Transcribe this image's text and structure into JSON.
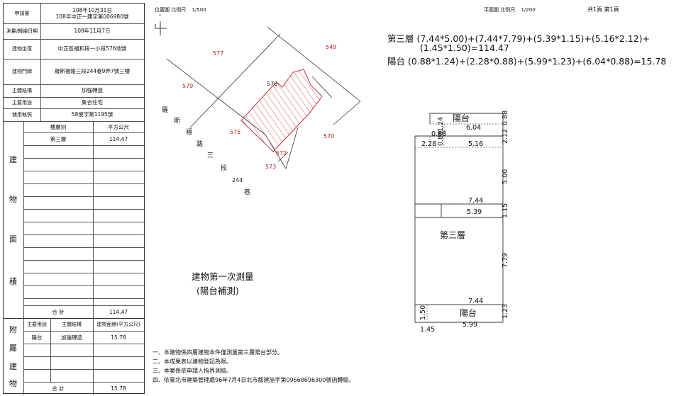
{
  "header": {
    "loc_label": "位置圖 比例尺",
    "loc_scale": "1/500",
    "plan_label": "平面圖 比例尺",
    "plan_scale": "1/200",
    "pages": "共1頁 第1頁"
  },
  "info_rows": [
    {
      "label": "申請書",
      "lines": [
        "108年10月31日",
        "108年中正一建字第006980號"
      ]
    },
    {
      "label": "測量/轉繪日期",
      "lines": [
        "108年11月7日"
      ]
    },
    {
      "label": "建物坐落",
      "lines": [
        "中正區福和段一小段576地號"
      ]
    },
    {
      "label": "建物門牌",
      "lines": [
        "羅斯福路三段244巷9弄7號三樓"
      ]
    },
    {
      "label": "主體結構",
      "lines": [
        "加強磚造"
      ]
    },
    {
      "label": "主要用途",
      "lines": [
        "集合住宅"
      ]
    },
    {
      "label": "使用執照",
      "lines": [
        "58使字第1195號"
      ]
    }
  ],
  "area_table": {
    "side_chars": [
      "建",
      "物",
      "面",
      "積"
    ],
    "col_floor": "樓層別",
    "col_area": "平方公尺",
    "rows": [
      {
        "floor": "第三層",
        "area": "114.47"
      }
    ],
    "total_label": "合 計",
    "total": "114.47"
  },
  "aux_table": {
    "side_chars": [
      "附",
      "屬",
      "建",
      "物"
    ],
    "col_use": "主要用途",
    "col_struct": "主體結構",
    "col_area": "建物面積(平方公尺)",
    "rows": [
      {
        "use": "陽台",
        "struct": "加強磚造",
        "area": "15.78"
      }
    ],
    "total_label": "合 計",
    "total": "15.78"
  },
  "location_map": {
    "lots": [
      "577",
      "549",
      "579",
      "576",
      "575",
      "570",
      "572",
      "573"
    ],
    "road_chars": [
      "羅",
      "斯",
      "福",
      "路",
      "三",
      "段",
      "244",
      "巷"
    ]
  },
  "survey_note": {
    "line1": "建物第一次測量",
    "line2": "(陽台補測)"
  },
  "formulas": {
    "line1": "第三層 (7.44*5.00)+(7.44*7.79)+(5.39*1.15)+(5.16*2.12)+",
    "line2": "(1.45*1.50)=114.47",
    "line3": "陽台 (0.88*1.24)+(2.28*0.88)+(5.99*1.23)+(6.04*0.88)=15.78"
  },
  "plan": {
    "balcony_top": "陽台",
    "balcony_bottom": "陽台",
    "floor_label": "第三層",
    "dims": {
      "d604": "6.04",
      "d088a": "0.88",
      "d088b": "0.88",
      "d088c": "0.88",
      "d124": "1.24",
      "d228": "2.28",
      "d516": "5.16",
      "d212": "2.12",
      "d500": "5.00",
      "d744a": "7.44",
      "d539": "5.39",
      "d115": "1.15",
      "d779": "7.79",
      "d744b": "7.44",
      "d150": "1.50",
      "d123": "1.23",
      "d145": "1.45",
      "d599": "5.99"
    }
  },
  "notes": [
    "一、本建物係四層建物本件僅測量第三層陽台部分。",
    "二、本成果表以建物登記為限。",
    "三、本案係依申請人指界測繪。",
    "四、依臺北市建築管理處96年7月4日北市都建施字第09668696300號函轉繪。"
  ]
}
